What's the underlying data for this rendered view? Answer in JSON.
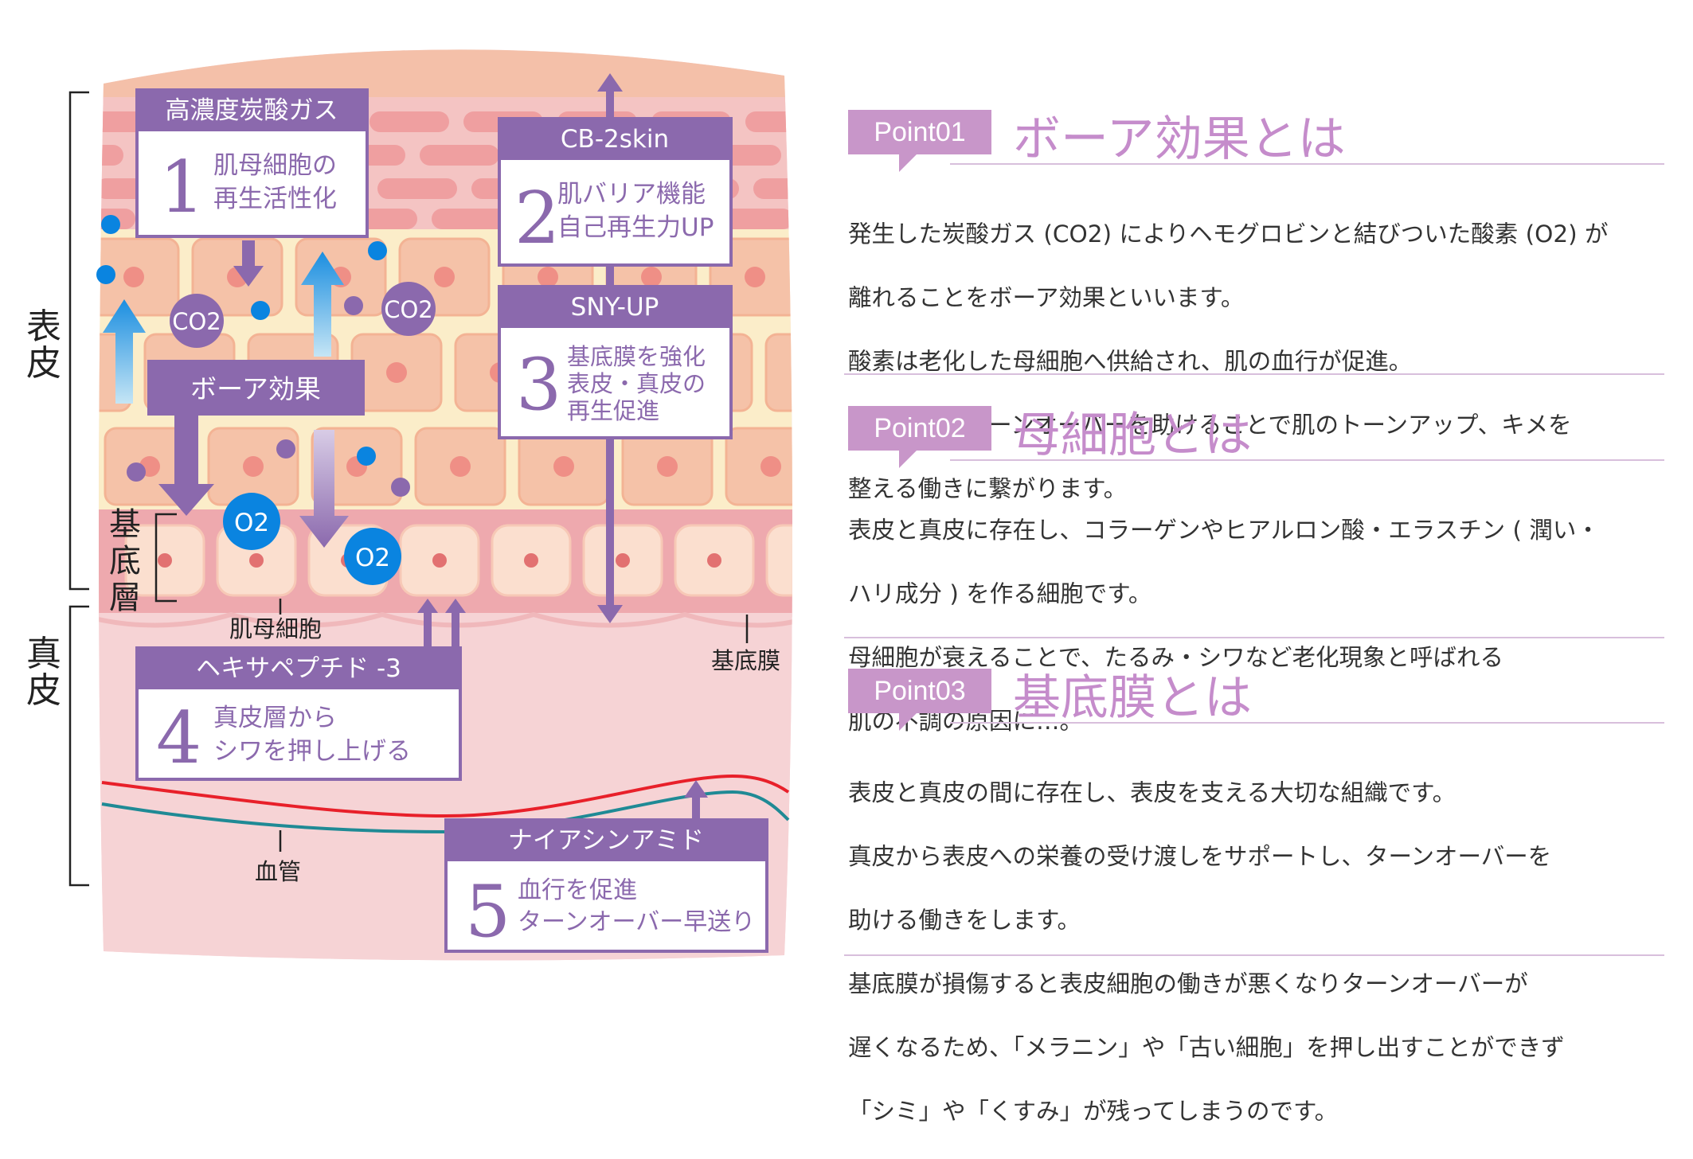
{
  "diagram": {
    "side_labels": {
      "epidermis": [
        "表",
        "皮"
      ],
      "dermis": [
        "真",
        "皮"
      ],
      "basal_layer": [
        "基",
        "底",
        "層"
      ]
    },
    "small_labels": {
      "stem_cell": "肌母細胞",
      "basement_membrane": "基底膜",
      "blood_vessel": "血管"
    },
    "bubbles": {
      "co2": "CO2",
      "o2": "O2"
    },
    "bohr_box": "ボーア効果",
    "boxes": [
      {
        "title": "高濃度炭酸ガス",
        "number": "1",
        "lines": [
          "肌母細胞の",
          "再生活性化"
        ]
      },
      {
        "title": "CB-2skin",
        "number": "2",
        "lines": [
          "肌バリア機能",
          "自己再生力UP"
        ]
      },
      {
        "title": "SNY-UP",
        "number": "3",
        "lines": [
          "基底膜を強化",
          "表皮・真皮の",
          "再生促進"
        ]
      },
      {
        "title": "ヘキサペプチド -3",
        "number": "4",
        "lines": [
          "真皮層から",
          "シワを押し上げる"
        ]
      },
      {
        "title": "ナイアシンアミド",
        "number": "5",
        "lines": [
          "血行を促進",
          "ターンオーバー早送り"
        ]
      }
    ]
  },
  "points": [
    {
      "badge": "Point01",
      "title": "ボーア効果とは",
      "lines": [
        "発生した炭酸ガス (CO2) によりヘモグロビンと結びついた酸素 (O2) が",
        "離れることをボーア効果といいます。",
        "酸素は老化した母細胞へ供給され、肌の血行が促進。",
        "結果としてターンオーバーを助けることで肌のトーンアップ、キメを",
        "整える働きに繋がります。"
      ]
    },
    {
      "badge": "Point02",
      "title": "母細胞とは",
      "lines": [
        "表皮と真皮に存在し、コラーゲンやヒアルロン酸・エラスチン ( 潤い・",
        "ハリ成分 ) を作る細胞です。",
        "母細胞が衰えることで、たるみ・シワなど老化現象と呼ばれる",
        "肌の不調の原因に…。"
      ]
    },
    {
      "badge": "Point03",
      "title": "基底膜とは",
      "lines": [
        "表皮と真皮の間に存在し、表皮を支える大切な組織です。",
        "真皮から表皮への栄養の受け渡しをサポートし、ターンオーバーを",
        "助ける働きをします。",
        "基底膜が損傷すると表皮細胞の働きが悪くなりターンオーバーが",
        "遅くなるため、「メラニン」や「古い細胞」を押し出すことができず",
        "「シミ」や「くすみ」が残ってしまうのです。"
      ]
    }
  ],
  "colors": {
    "accent_purple": "#8b69ad",
    "badge_pink": "#c896c9",
    "title_pink": "#c58ccb",
    "co2_purple": "#8b69ad",
    "o2_blue": "#0a84e0",
    "artery_red": "#e8202a",
    "vein_teal": "#1f8a95"
  }
}
